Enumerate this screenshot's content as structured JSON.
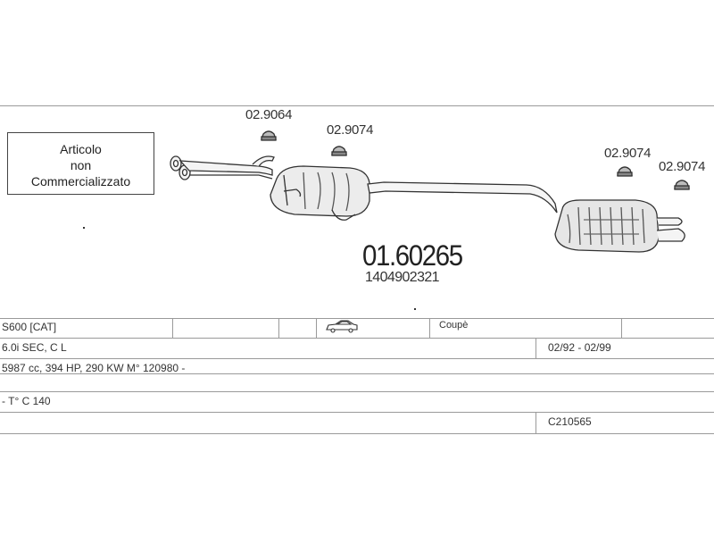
{
  "notice": {
    "line1": "Articolo",
    "line2": "non",
    "line3": "Commercializzato"
  },
  "parts": {
    "hanger_1": "02.9064",
    "hanger_2": "02.9074",
    "hanger_3": "02.9074",
    "hanger_4": "02.9074"
  },
  "main_part": {
    "number": "01.60265",
    "oem_number": "1404902321"
  },
  "table": {
    "row1": {
      "model": "S600  [CAT]",
      "body_icon": "car-coupe-icon",
      "body": "Coupè"
    },
    "row2": {
      "engine": "6.0i SEC, C L",
      "years": "02/92 - 02/99"
    },
    "row3": {
      "specs": "5987 cc, 394 HP, 290 KW M° 120980 -"
    },
    "row4": {
      "type": "- T° C 140"
    },
    "row5": {
      "code": "C210565"
    }
  },
  "colors": {
    "line": "#9a9a9a",
    "drawing": "#333333",
    "muffler_fill": "#e9e9e9"
  }
}
